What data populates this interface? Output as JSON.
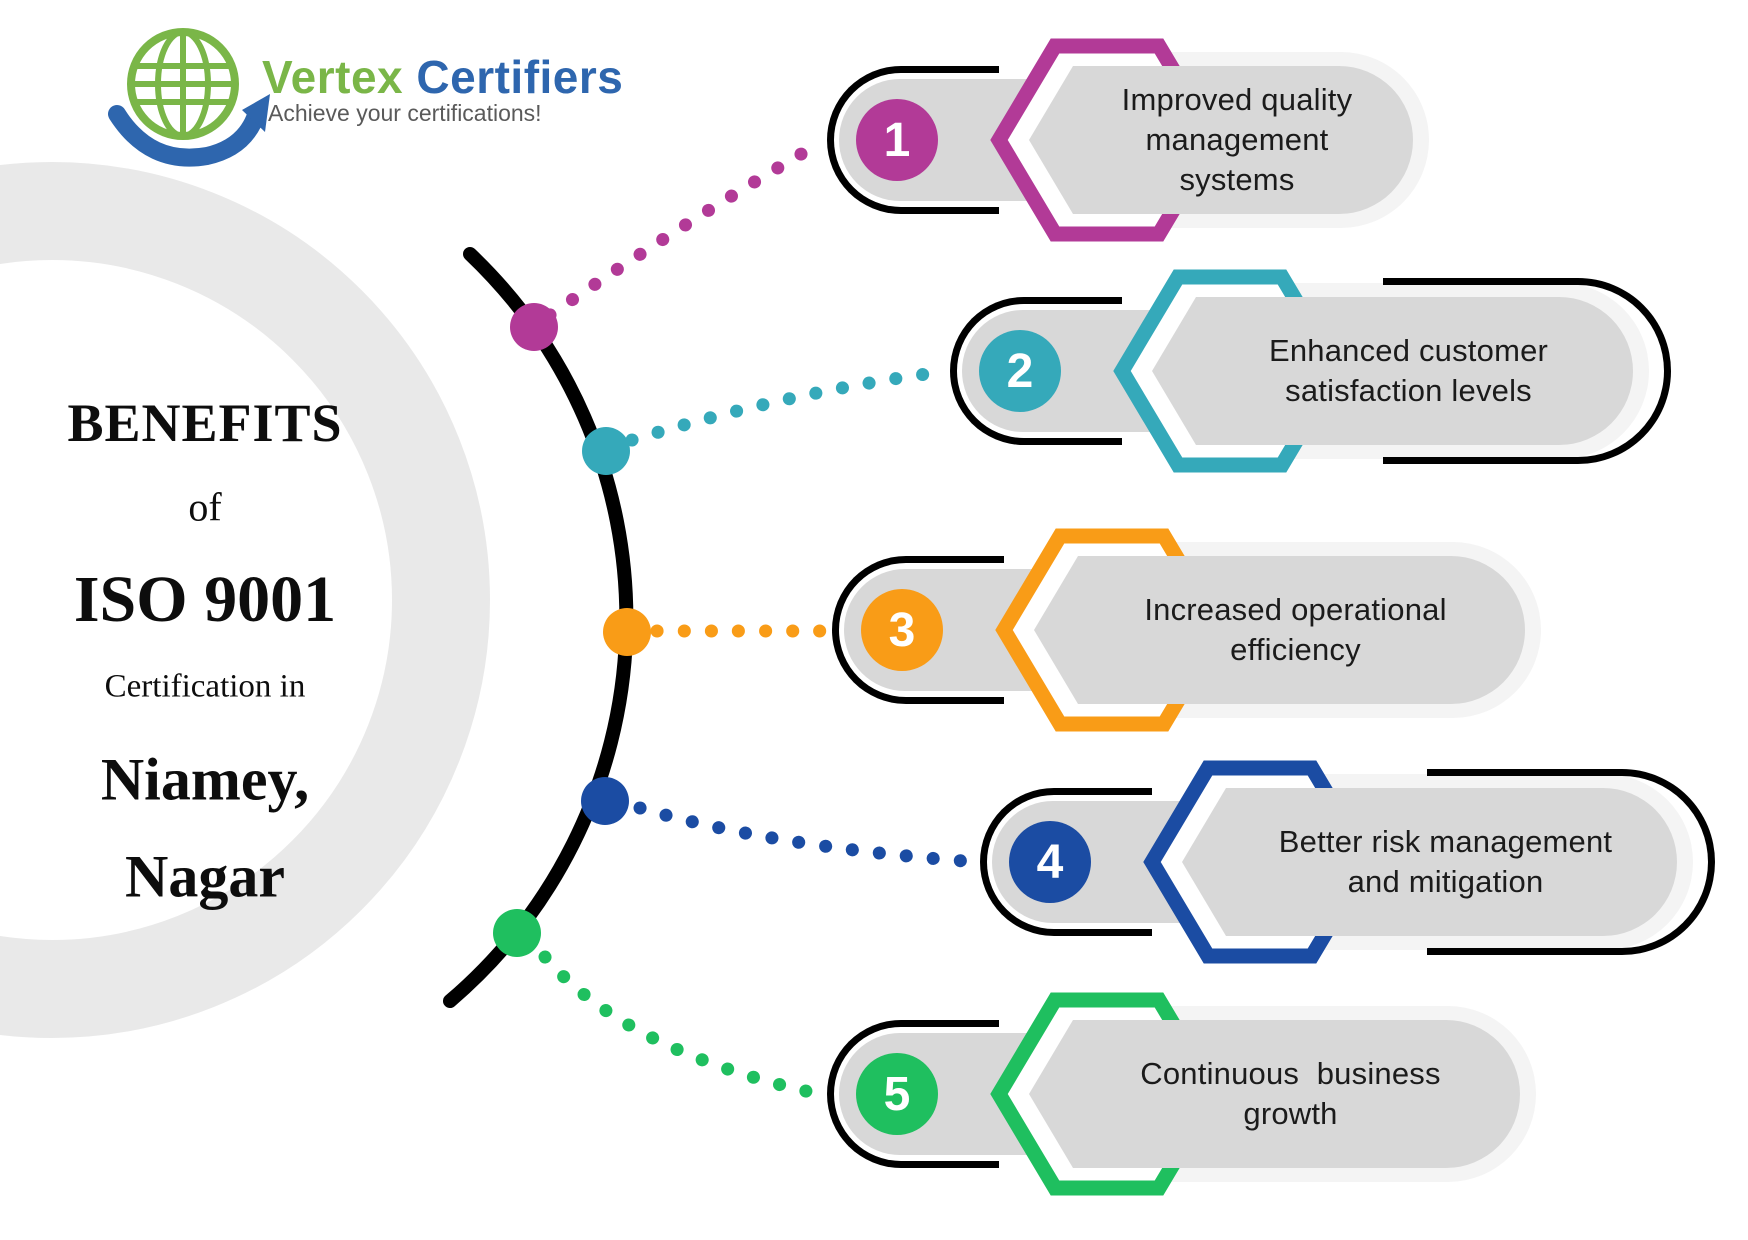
{
  "brand": {
    "name_primary": "Vertex",
    "name_secondary": "Certifiers",
    "tagline": "Achieve your certifications!",
    "primary_color": "#7ab648",
    "secondary_color": "#2e66ae",
    "tagline_color": "#5a5a5a"
  },
  "title_block": {
    "lines": [
      "BENEFITS",
      "of",
      "ISO 9001",
      "Certification in",
      "Niamey,",
      "Nagar"
    ]
  },
  "benefits": [
    {
      "number": "1",
      "color": "#b23a97",
      "lines": [
        "Improved quality",
        "management",
        "systems"
      ]
    },
    {
      "number": "2",
      "color": "#35a9ba",
      "lines": [
        "Enhanced customer",
        "satisfaction levels"
      ]
    },
    {
      "number": "3",
      "color": "#f99c17",
      "lines": [
        "Increased operational",
        "efficiency"
      ]
    },
    {
      "number": "4",
      "color": "#1b4ca3",
      "lines": [
        "Better risk management",
        "and mitigation"
      ]
    },
    {
      "number": "5",
      "color": "#1fbf5f",
      "lines": [
        "Continuous  business",
        "growth"
      ]
    }
  ],
  "decor": {
    "arc_color": "#000000",
    "box_gray": "#d8d8d8",
    "box_gray_light": "#f4f4f4",
    "ring_gray": "#e9e9e9",
    "text_color": "#1b1b1b"
  }
}
